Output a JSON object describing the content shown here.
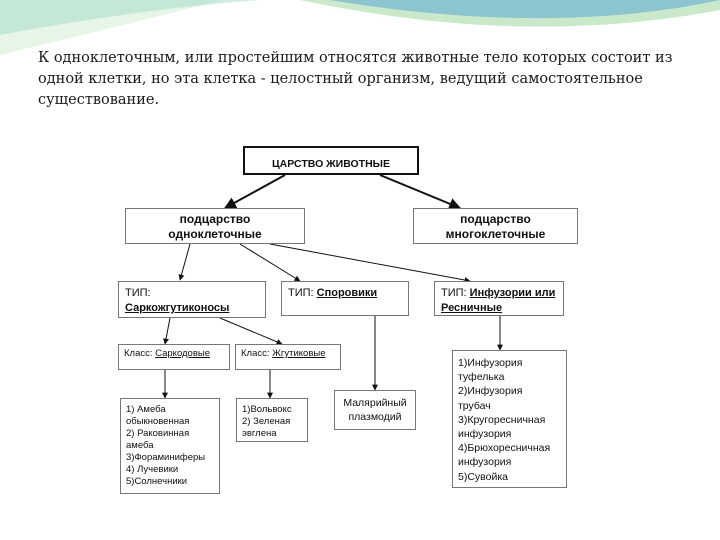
{
  "intro_text": "К одноклеточным, или простейшим относятся животные тело которых состоит из одной клетки, но эта клетка - целостный организм, ведущий самостоятельное существование.",
  "diagram": {
    "root": "ЦАРСТВО ЖИВОТНЫЕ",
    "subkingdom_single": {
      "line1": "подцарство",
      "line2": "одноклеточные"
    },
    "subkingdom_multi": {
      "line1": "подцарство",
      "line2": "многоклеточные"
    },
    "type_sarco": {
      "prefix": "ТИП:",
      "name": "Саркожгутиконосы"
    },
    "type_sporo": {
      "prefix": "ТИП:",
      "name": "Споровики"
    },
    "type_ciliate": {
      "prefix": "ТИП:",
      "name1": "Инфузории или",
      "name2": "Ресничные"
    },
    "class_sarcodine": {
      "prefix": "Класс:",
      "name": "Саркодовые"
    },
    "class_flagellate": {
      "prefix": "Класс:",
      "name": "Жгутиковые"
    },
    "list_sarcodine": [
      "1) Амеба",
      "обыкновенная",
      "2) Раковинная",
      "амеба",
      "3)Фораминиферы",
      "4) Лучевики",
      "5)Солнечники"
    ],
    "list_flagellate": [
      "1)Вольвокс",
      "2) Зеленая",
      "эвглена"
    ],
    "list_sporo": [
      "Малярийный",
      "плазмодий"
    ],
    "list_ciliate": [
      "1)Инфузория",
      "туфелька",
      "2)Инфузория",
      "трубач",
      "3)Кругоресничная",
      "инфузория",
      "4)Брюхоресничная",
      "инфузория",
      "5)Сувойка"
    ]
  },
  "colors": {
    "swoosh_blue": "#5aa7d6",
    "swoosh_teal": "#7fcbbd",
    "swoosh_green": "#9fd7a0"
  }
}
